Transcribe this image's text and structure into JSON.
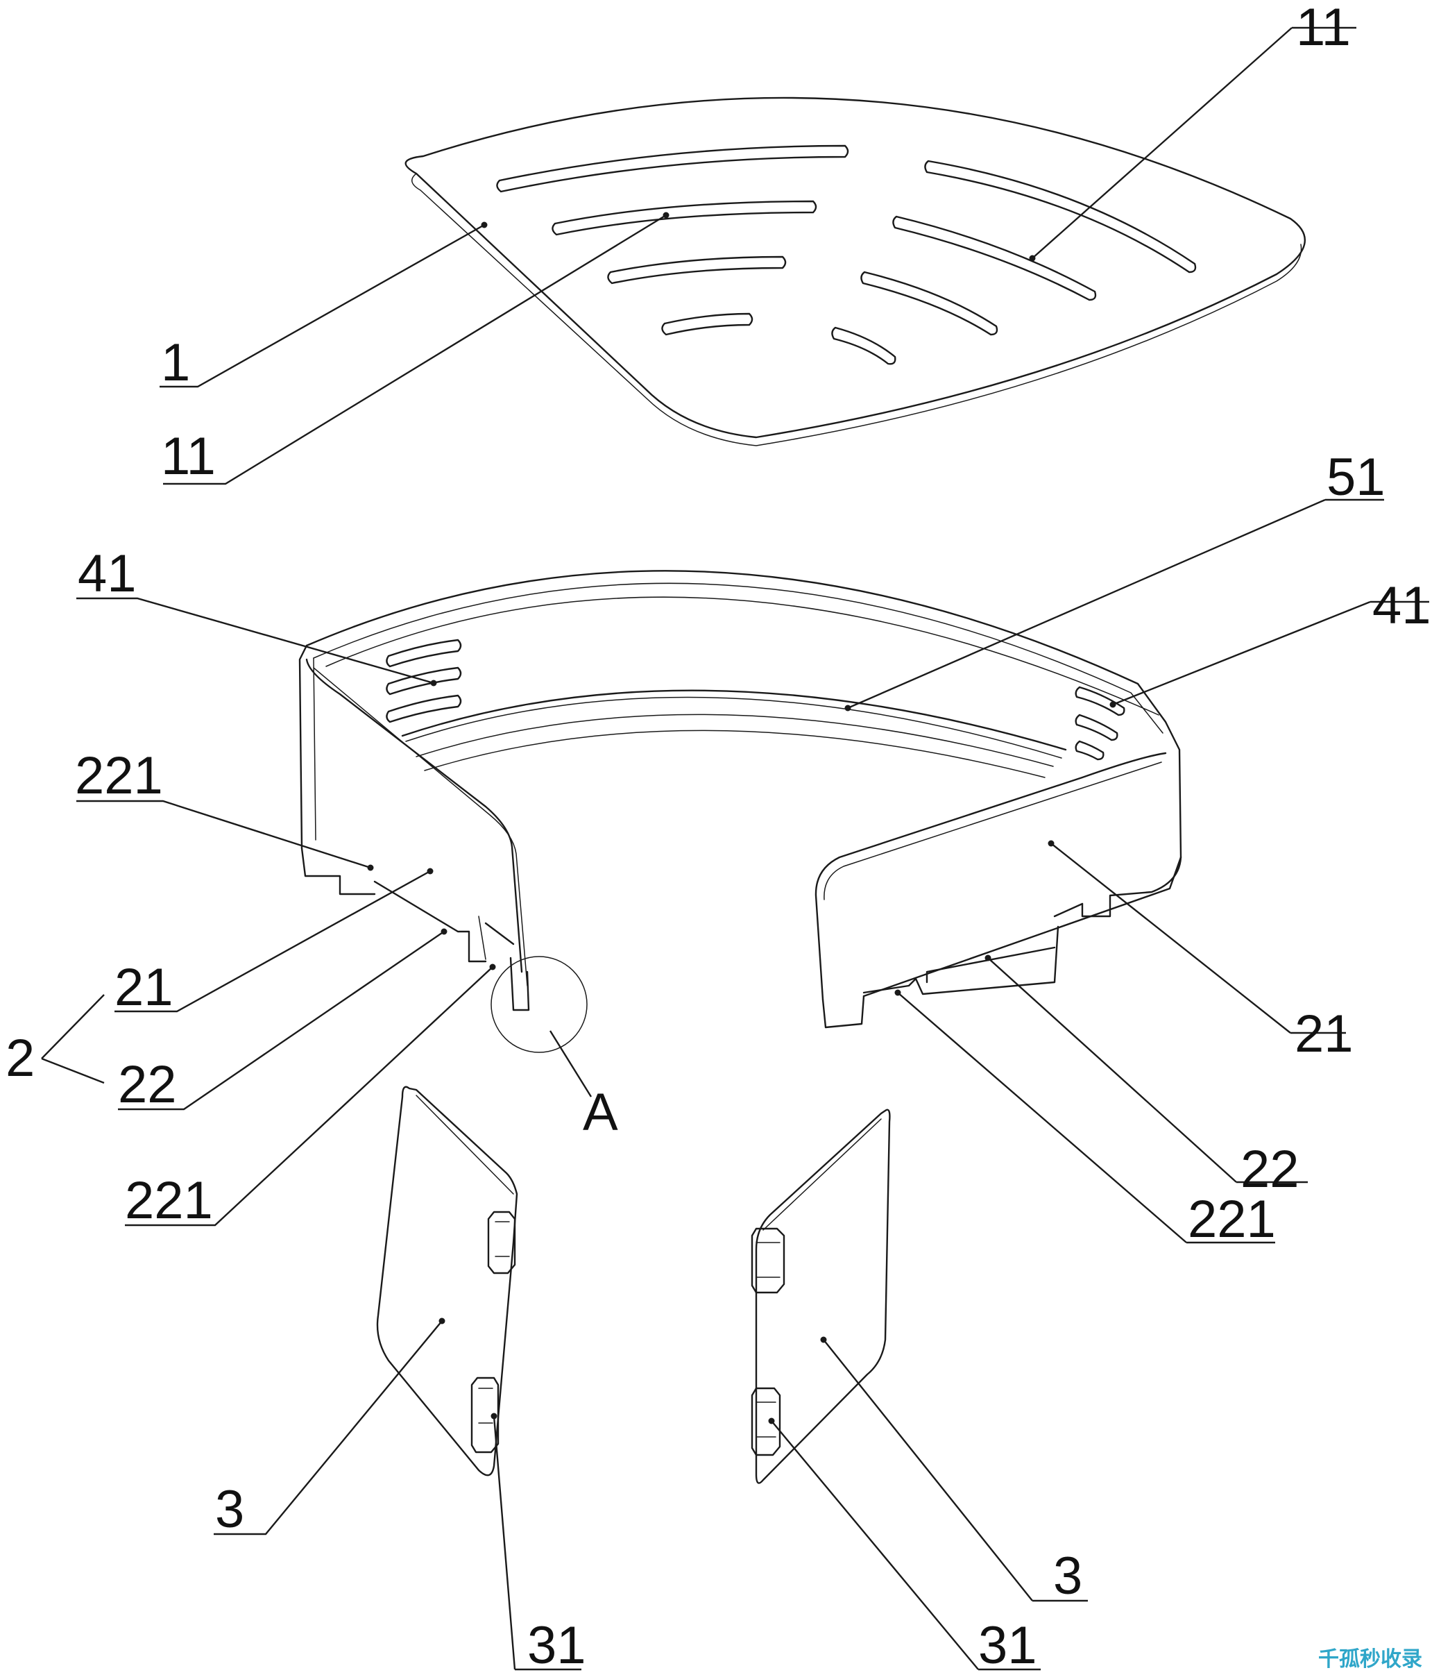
{
  "labels": {
    "n1": "1",
    "n11_top": "11",
    "n11_left": "11",
    "n51": "51",
    "n41_left": "41",
    "n41_right": "41",
    "n221_upper_left": "221",
    "n2": "2",
    "n21_left": "21",
    "n22_left": "22",
    "n221_lower_left": "221",
    "nA": "A",
    "n21_right": "21",
    "n22_right": "22",
    "n221_right": "221",
    "n3_left": "3",
    "n3_right": "3",
    "n31_left": "31",
    "n31_right": "31"
  },
  "watermark": "千孤秒收录",
  "colors": {
    "line": "#1a1a1a",
    "watermark": "#2fa6c9"
  }
}
